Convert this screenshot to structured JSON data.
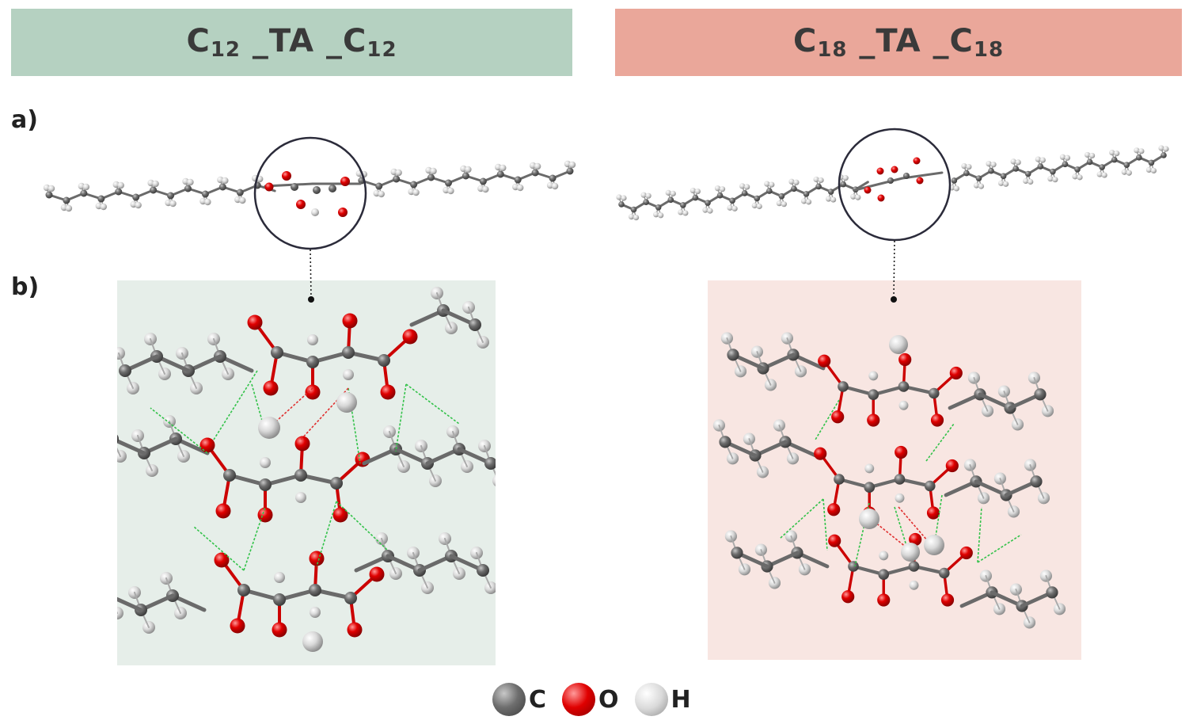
{
  "panels": [
    {
      "base": "C",
      "sub": "12",
      "mid": " _TA _",
      "base2": "C",
      "sub2": "12",
      "color": "#b5d1c1",
      "panel_color": "#e6eee9"
    },
    {
      "base": "C",
      "sub": "18",
      "mid": " _TA _",
      "base2": "C",
      "sub2": "18",
      "color": "#eaa79a",
      "panel_color": "#f8e6e2"
    }
  ],
  "labels": {
    "a": "a)",
    "b": "b)"
  },
  "legend": [
    {
      "symbol": "C",
      "color": "#6e6e6e"
    },
    {
      "symbol": "O",
      "color": "#e00000"
    },
    {
      "symbol": "H",
      "color": "#d9d9d9"
    }
  ]
}
